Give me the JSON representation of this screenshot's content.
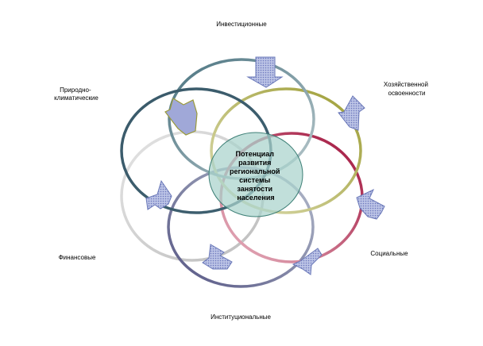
{
  "center": {
    "lines": [
      "Потенциал",
      "развития",
      "региональной",
      "системы",
      "занятости",
      "населения"
    ]
  },
  "factors": {
    "investment": {
      "lines": [
        "Инвестиционные"
      ]
    },
    "economic": {
      "lines": [
        "Хозяйственной",
        "освоенности"
      ]
    },
    "social": {
      "lines": [
        "Социальные"
      ]
    },
    "institutional": {
      "lines": [
        "Институциональные"
      ]
    },
    "financial": {
      "lines": [
        "Финансовые"
      ]
    },
    "natural": {
      "lines": [
        "Природно-",
        "климатические"
      ]
    }
  },
  "colors": {
    "ring_investment": "#4f7a86",
    "ring_economic": "#a3a33c",
    "ring_social": "#a4163a",
    "ring_institutional": "#5e5e8a",
    "ring_financial": "#c8c8c8",
    "ring_natural": "#3f6070",
    "center_fill": "#a9d3cc",
    "arrow_fill": "#a9b3df",
    "arrow_stroke": "#6a78b8",
    "arrow_natural_fill": "#a0a8d8",
    "arrow_natural_stroke": "#9a9a3a"
  }
}
